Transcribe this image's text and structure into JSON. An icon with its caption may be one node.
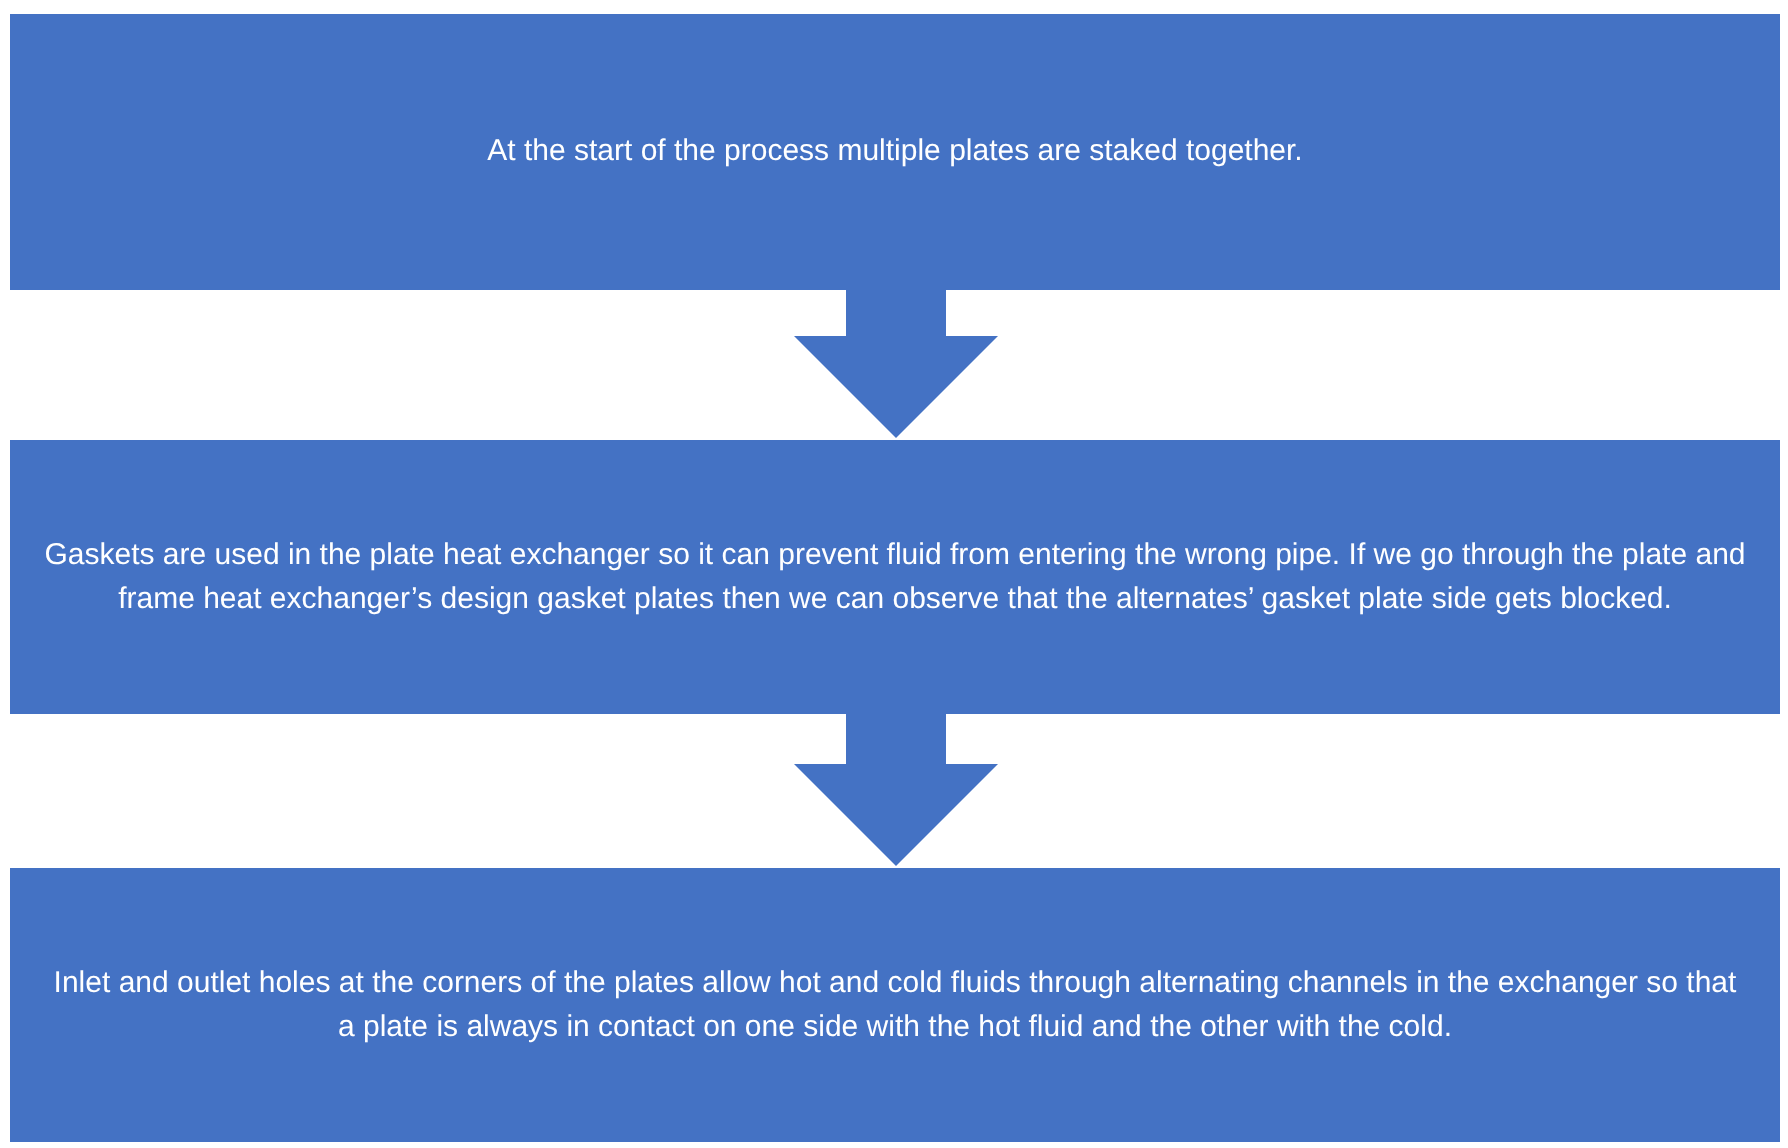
{
  "diagram": {
    "nodes": [
      {
        "text": [
          "At the start of the process multiple plates are staked together."
        ]
      },
      {
        "text": [
          "Gaskets are used in the plate heat exchanger so it can prevent fluid from entering the wrong pipe. If we go through the plate and frame heat exchanger’s design gasket plates then we can observe that the alternates’ gasket plate side gets blocked."
        ]
      },
      {
        "text": [
          "Inlet and outlet holes at the corners of the plates allow hot and cold fluids through alternating channels in the exchanger so that a plate is always in contact on one side with the hot fluid and the other with the cold."
        ]
      }
    ],
    "edges": [
      {
        "from": 0,
        "to": 1,
        "arrow": "to"
      },
      {
        "from": 1,
        "to": 2,
        "arrow": "to"
      }
    ]
  }
}
